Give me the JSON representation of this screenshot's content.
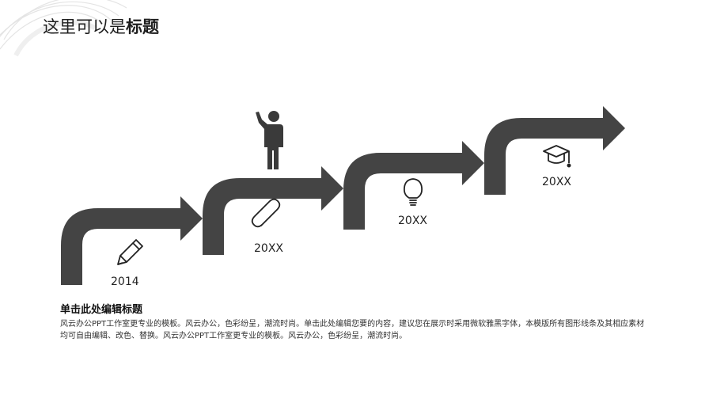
{
  "header": {
    "title_prefix": "这里可以是",
    "title_bold": "标题"
  },
  "steps": [
    {
      "year": "2014",
      "icon": "pencil-icon"
    },
    {
      "year": "20XX",
      "icon": "paperclip-icon"
    },
    {
      "year": "20XX",
      "icon": "lightbulb-icon"
    },
    {
      "year": "20XX",
      "icon": "graduation-cap-icon"
    }
  ],
  "figure_icon": "person-waving-icon",
  "content": {
    "heading": "单击此处编辑标题",
    "body": "风云办公PPT工作室更专业的模板。风云办公，色彩纷呈，潮流时尚。单击此处编辑您要的内容，建议您在展示时采用微软雅黑字体，本模版所有图形线条及其相应素材均可自由编辑、改色、替换。风云办公PPT工作室更专业的模板。风云办公，色彩纷呈，潮流时尚。"
  },
  "colors": {
    "arrow": "#444444",
    "icon_stroke": "#222222",
    "text": "#222222"
  }
}
